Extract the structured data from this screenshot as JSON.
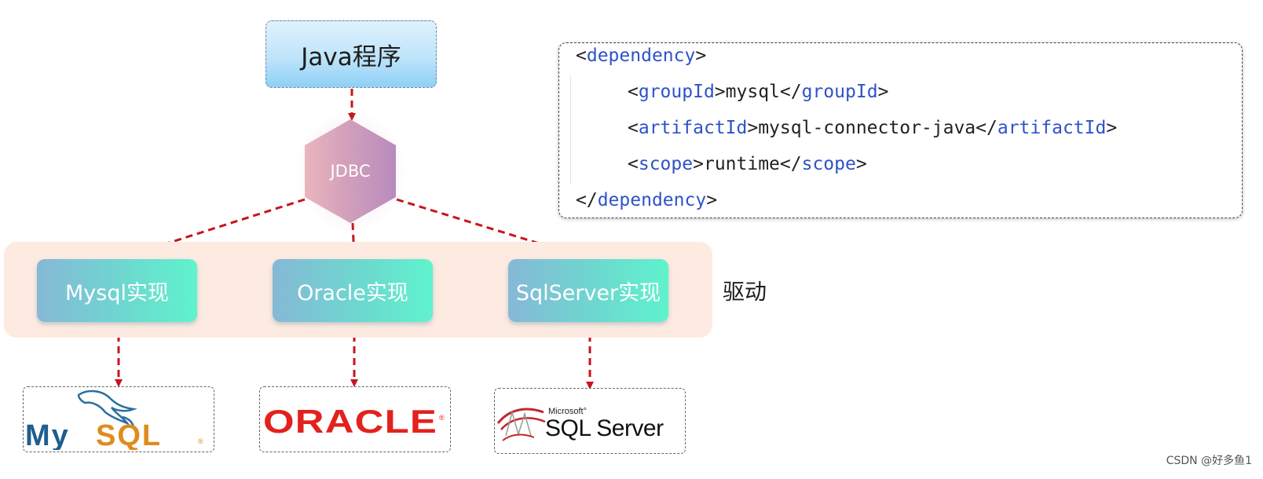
{
  "nodes": {
    "java": "Java程序",
    "jdbc": "JDBC",
    "impls": [
      "Mysql实现",
      "Oracle实现",
      "SqlServer实现"
    ],
    "driver_label": "驱动"
  },
  "logos": {
    "mysql": {
      "text": "MySQL",
      "mark": "dolphin-icon"
    },
    "oracle": {
      "text": "ORACLE"
    },
    "sqlserver": {
      "brand": "Microsoft",
      "text": "SQL Server",
      "mark": "sqlserver-logo-icon"
    }
  },
  "code": {
    "open": {
      "lt": "<",
      "tag": "dependency",
      "gt": ">"
    },
    "lines": [
      {
        "open": "groupId",
        "value": "mysql",
        "close": "groupId"
      },
      {
        "open": "artifactId",
        "value": "mysql-connector-java",
        "close": "artifactId"
      },
      {
        "open": "scope",
        "value": "runtime",
        "close": "scope"
      }
    ],
    "close": {
      "lt": "</",
      "tag": "dependency",
      "gt": ">"
    }
  },
  "watermark": "CSDN @好多鱼1",
  "colors": {
    "arrow": "#c8141d",
    "tag": "#2f52c8",
    "band": "#fdebe2"
  }
}
